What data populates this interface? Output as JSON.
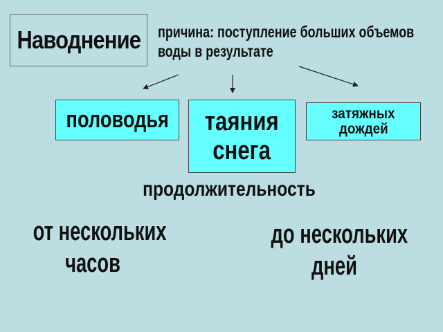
{
  "title": "Наводнение",
  "cause": {
    "line1": "причина: поступление больших объемов",
    "line2": "воды в результате"
  },
  "causes": [
    {
      "label": "половодья"
    },
    {
      "line1": "таяния",
      "line2": "снега"
    },
    {
      "line1": "затяжных",
      "line2": "дождей"
    }
  ],
  "duration": {
    "heading": "продолжительность",
    "min": {
      "line1": "от нескольких",
      "line2": "часов"
    },
    "max": {
      "line1": "до нескольких",
      "line2": "дней"
    }
  },
  "colors": {
    "background": "#bcdde1",
    "highlight_box": "#66ffff",
    "title_box": "#bcdde1"
  }
}
